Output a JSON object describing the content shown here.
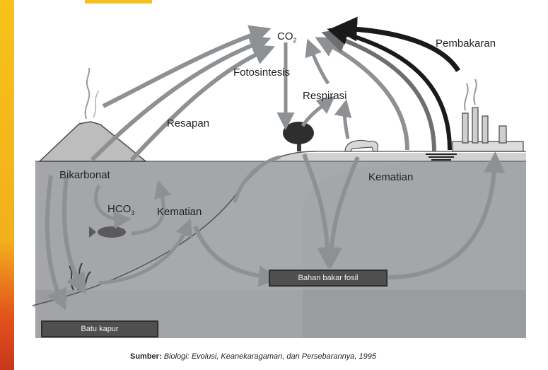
{
  "labels": {
    "co2": "CO",
    "co2_sub": "2",
    "pembakaran": "Pembakaran",
    "fotosintesis": "Fotosintesis",
    "respirasi": "Respirasi",
    "resapan": "Resapan",
    "bikarbonat": "Bikarbonat",
    "hco3": "HCO",
    "hco3_sub": "3",
    "kematian_sea": "Kematian",
    "kematian_land": "Kematian"
  },
  "boxes": {
    "bahan_bakar_fosil": "Bahan bakar fosil",
    "batu_kapur": "Batu kapur"
  },
  "source": {
    "prefix": "Sumber:",
    "text": "Biologi: Evolusi, Keanekaragaman, dan Persebarannya, 1995"
  },
  "colors": {
    "accent_band": "#f2b01b",
    "sea": "#a4a6a9",
    "arrow": "#8e9194",
    "dark_arrow": "#1a1a1a"
  }
}
